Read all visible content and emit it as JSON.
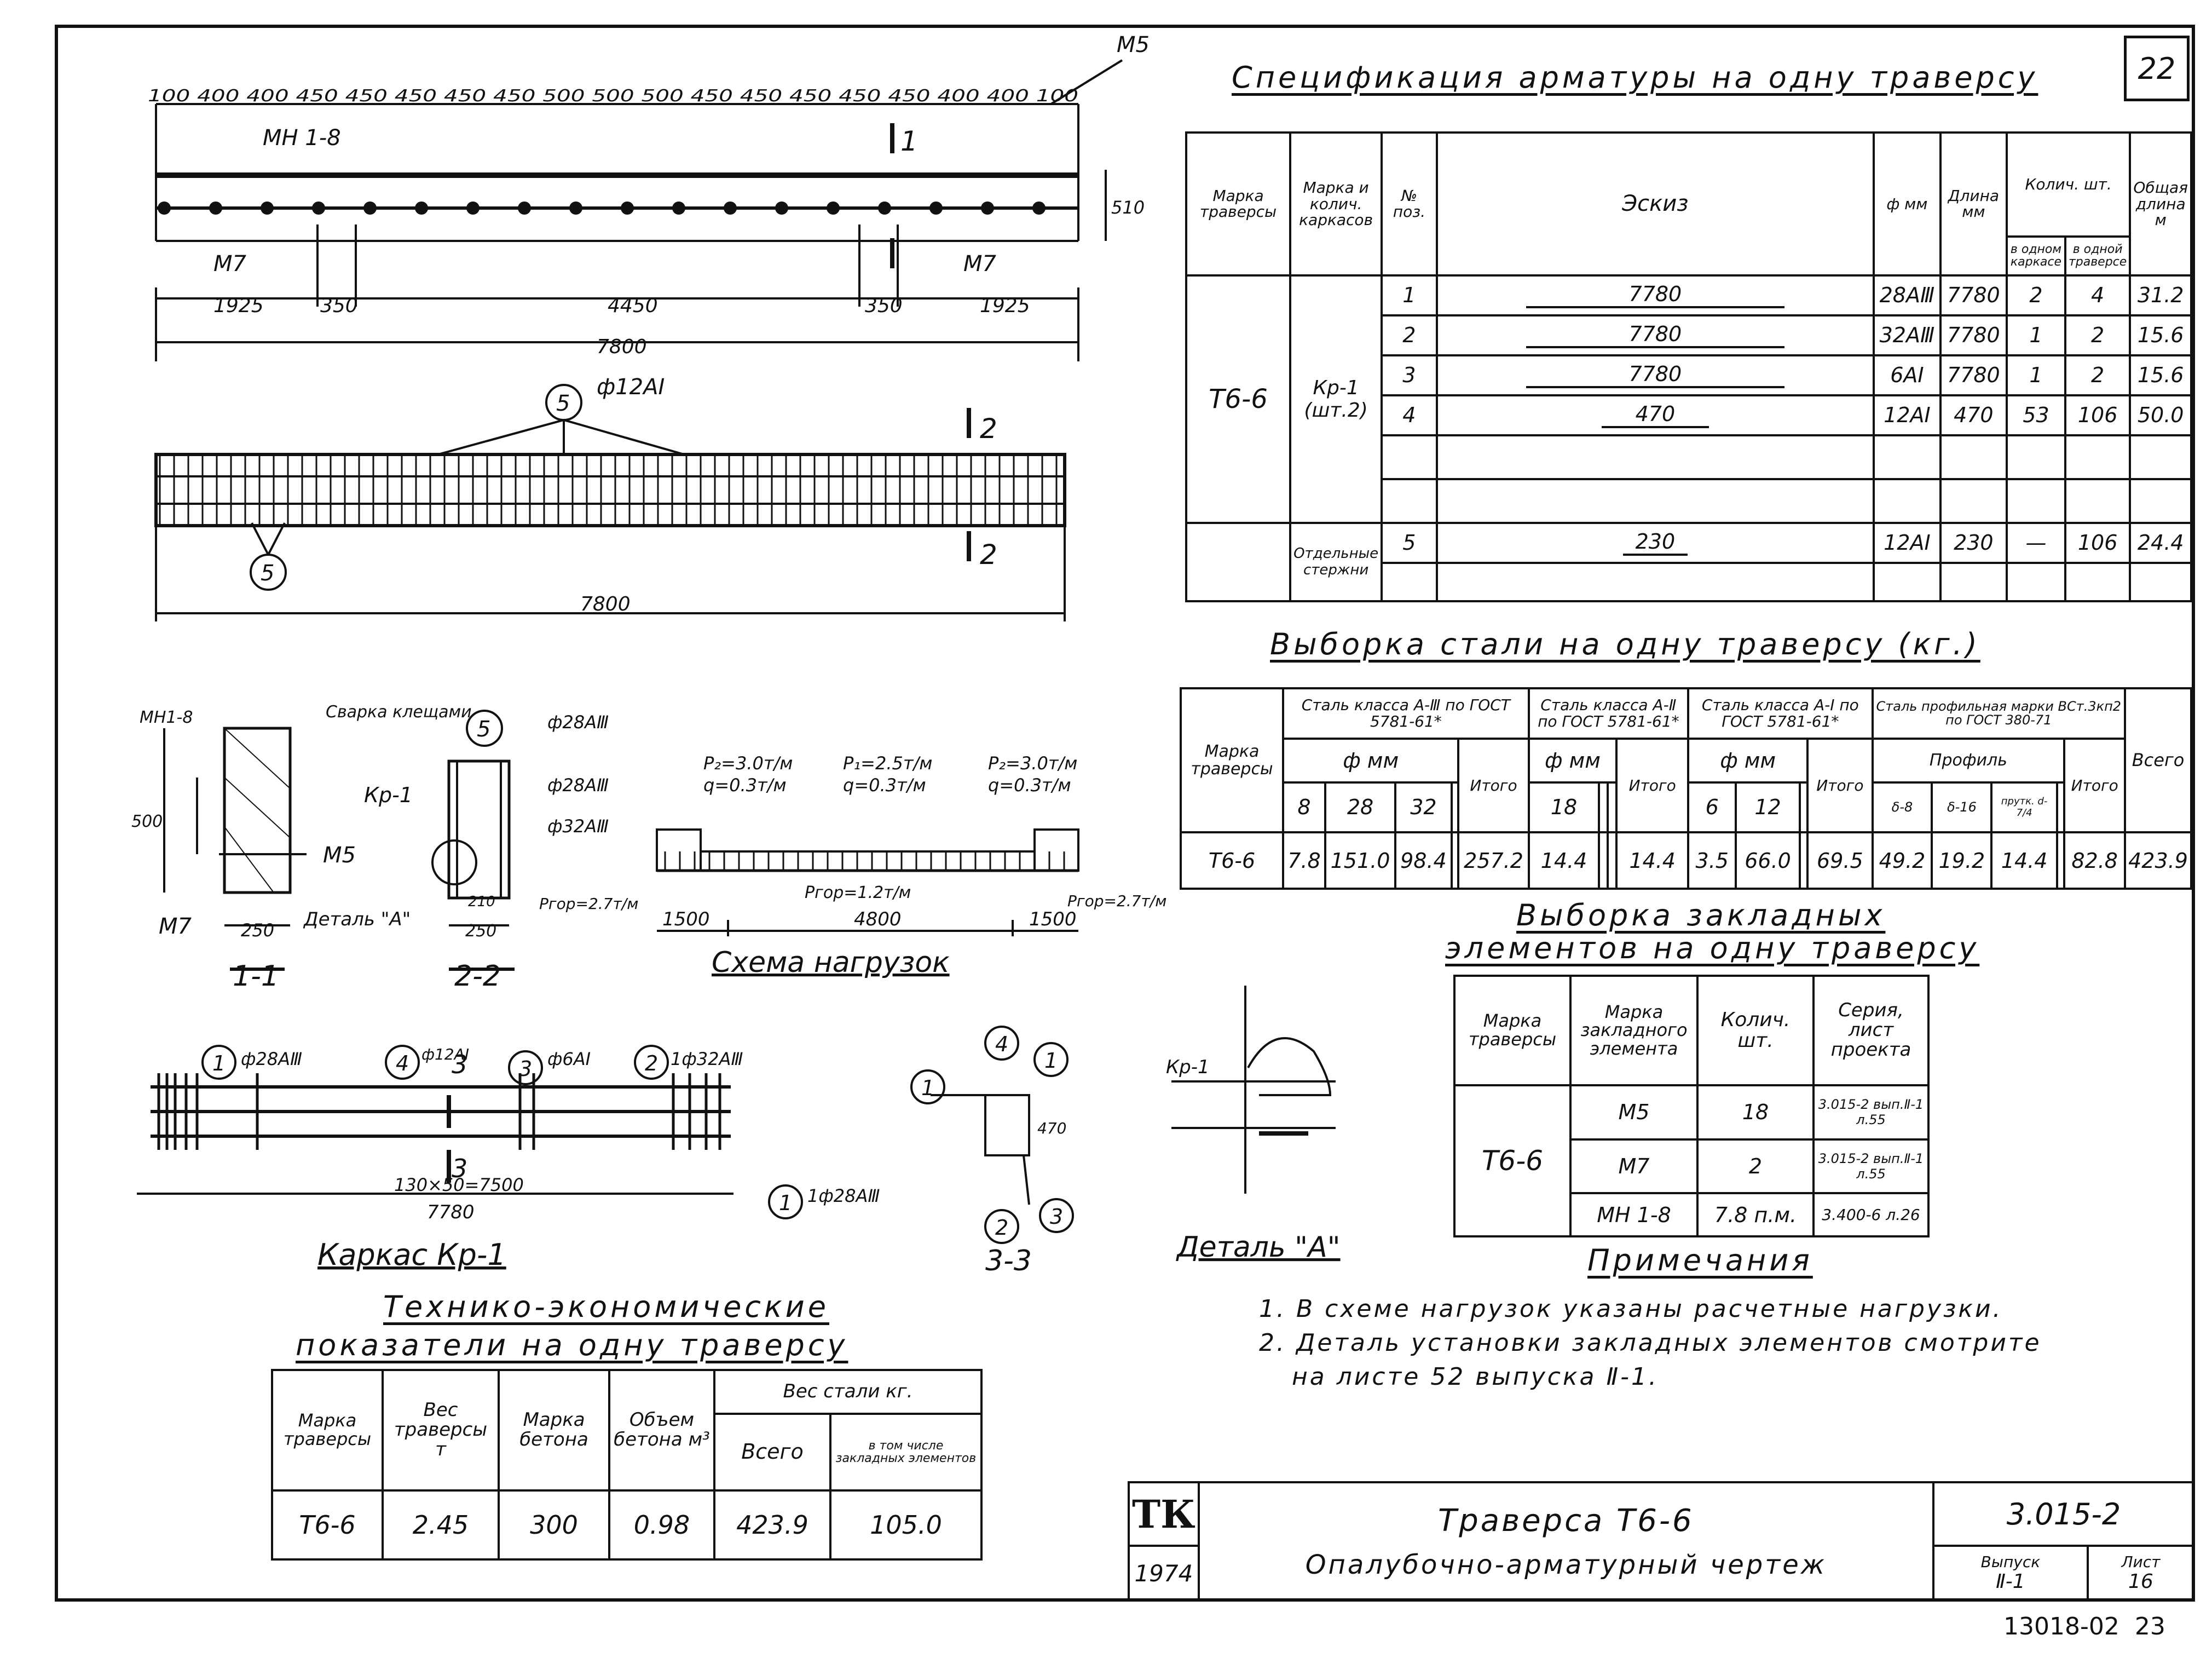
{
  "sheet_number": "22",
  "spec": {
    "title": "Спецификация арматуры на одну траверсу",
    "headers": [
      "Марка траверсы",
      "Марка и колич. каркасов",
      "№ поз.",
      "Эскиз",
      "ф мм",
      "Длина мм",
      "Колич. шт.",
      "в одном каркасе",
      "в одной траверсе",
      "Общая длина м"
    ],
    "rows": [
      {
        "marka": "Т6-6",
        "karkas": "Кр-1 (шт.2)",
        "pos": "1",
        "sketch": "7780",
        "d": "28АⅢ",
        "len": "7780",
        "n1": "2",
        "n2": "4",
        "total": "31.2"
      },
      {
        "pos": "2",
        "sketch": "7780",
        "d": "32АⅢ",
        "len": "7780",
        "n1": "1",
        "n2": "2",
        "total": "15.6"
      },
      {
        "pos": "3",
        "sketch": "7780",
        "d": "6АI",
        "len": "7780",
        "n1": "1",
        "n2": "2",
        "total": "15.6"
      },
      {
        "pos": "4",
        "sketch": "470",
        "d": "12АI",
        "len": "470",
        "n1": "53",
        "n2": "106",
        "total": "50.0"
      },
      {
        "karkas": "Отдельные стержни",
        "pos": "5",
        "sketch": "230",
        "d": "12АI",
        "len": "230",
        "n1": "—",
        "n2": "106",
        "total": "24.4"
      }
    ]
  },
  "steel": {
    "title": "Выборка стали на одну траверсу (кг.)",
    "col_marka": "Марка траверсы",
    "g1": "Сталь класса А-Ⅲ по ГОСТ 5781-61*",
    "g2": "Сталь класса А-Ⅱ по ГОСТ 5781-61*",
    "g3": "Сталь класса А-I по ГОСТ 5781-61*",
    "g4": "Сталь профильная марки ВСт.3кп2 по ГОСТ 380-71",
    "phi": "ф мм",
    "profile": "Профиль",
    "itogo": "Итого",
    "vsego": "Всего",
    "sizes": [
      "8",
      "28",
      "32",
      "18",
      "6",
      "12",
      "δ-8",
      "δ-16",
      "прутк. d-7/4"
    ],
    "row": [
      "Т6-6",
      "7.8",
      "151.0",
      "98.4",
      "257.2",
      "14.4",
      "14.4",
      "3.5",
      "66.0",
      "69.5",
      "49.2",
      "19.2",
      "14.4",
      "82.8",
      "423.9"
    ]
  },
  "embedded": {
    "title1": "Выборка закладных",
    "title2": "элементов на одну траверсу",
    "headers": [
      "Марка траверсы",
      "Марка закладного элемента",
      "Колич. шт.",
      "Серия, лист проекта"
    ],
    "marka": "Т6-6",
    "rows": [
      {
        "el": "М5",
        "qty": "18",
        "ser": "3.015-2 вып.Ⅱ-1 л.55"
      },
      {
        "el": "М7",
        "qty": "2",
        "ser": "3.015-2 вып.Ⅱ-1 л.55"
      },
      {
        "el": "МН 1-8",
        "qty": "7.8 п.м.",
        "ser": "3.400-6 л.26"
      }
    ]
  },
  "notes": {
    "title": "Примечания",
    "items": [
      "1. В схеме нагрузок указаны расчетные нагрузки.",
      "2. Деталь установки закладных элементов смотрите",
      "на листе 52 выпуска Ⅱ-1."
    ]
  },
  "tech": {
    "title1": "Технико-экономические",
    "title2": "показатели на одну траверсу",
    "headers": [
      "Марка траверсы",
      "Вес траверсы т",
      "Марка бетона",
      "Объем бетона м³",
      "Вес стали кг.",
      "Всего",
      "в том числе закладных элементов"
    ],
    "row": [
      "Т6-6",
      "2.45",
      "300",
      "0.98",
      "423.9",
      "105.0"
    ]
  },
  "titleblock": {
    "logo": "ТК",
    "year": "1974",
    "line1": "Траверса Т6-6",
    "line2": "Опалубочно-арматурный чертеж",
    "series": "3.015-2",
    "vyp_label": "Выпуск",
    "vyp": "Ⅱ-1",
    "list_label": "Лист",
    "list": "16",
    "archive": "13018-02",
    "archive_page": "23"
  },
  "drawing": {
    "spacing": "100 400 400 450 450 450 450 450 500 500 500 450 450 450 450 450 400 400 100",
    "dims_bottom": [
      "1925",
      "350",
      "4450",
      "350",
      "1925"
    ],
    "total": "7800",
    "height": "510",
    "labels": {
      "m5": "М5",
      "m7": "М7",
      "mn": "МН 1-8",
      "sec1": "1",
      "sec2": "2",
      "sec3": "3",
      "phi12": "ф12АI",
      "pos5": "5",
      "len7800": "7800"
    },
    "sections": {
      "s11": "1-1",
      "s22": "2-2",
      "s33": "3-3",
      "detail": "Деталь \"А\"",
      "detail_short": "Деталь \"А\"",
      "weld": "Сварка клещами",
      "kr": "Кр-1",
      "d28": "ф28АⅢ",
      "d32": "ф32АⅢ",
      "d28b": "ф28АⅢ",
      "m5": "М5",
      "m7": "М7",
      "mn": "МН1-8",
      "h500": "500",
      "w250": "250",
      "w210": "210"
    },
    "loads": {
      "title": "Схема нагрузок",
      "p2l": "P₂=3.0т/м",
      "q1": "q=0.3т/м",
      "p1": "P₁=2.5т/м",
      "q2": "q=0.3т/м",
      "p2r": "P₂=3.0т/м",
      "q3": "q=0.3т/м",
      "pgl": "Pгор=2.7т/м",
      "pgm": "Pгор=1.2т/м",
      "pgr": "Pгор=2.7т/м",
      "d1": "1500",
      "d2": "4800",
      "d3": "1500"
    },
    "karkas": {
      "title": "Каркас Кр-1",
      "c1": "ф28АⅢ",
      "c4": "ф12АI",
      "c3": "ф6АI",
      "c2": "1ф32АⅢ",
      "c1b": "1ф28АⅢ",
      "dims": "130×50=7500",
      "total": "7780",
      "n1": "1",
      "n2": "2",
      "n3": "3",
      "n4": "4"
    },
    "s33": {
      "a": "1",
      "b": "4",
      "c": "1",
      "d": "2",
      "e": "3",
      "h": "470"
    }
  }
}
